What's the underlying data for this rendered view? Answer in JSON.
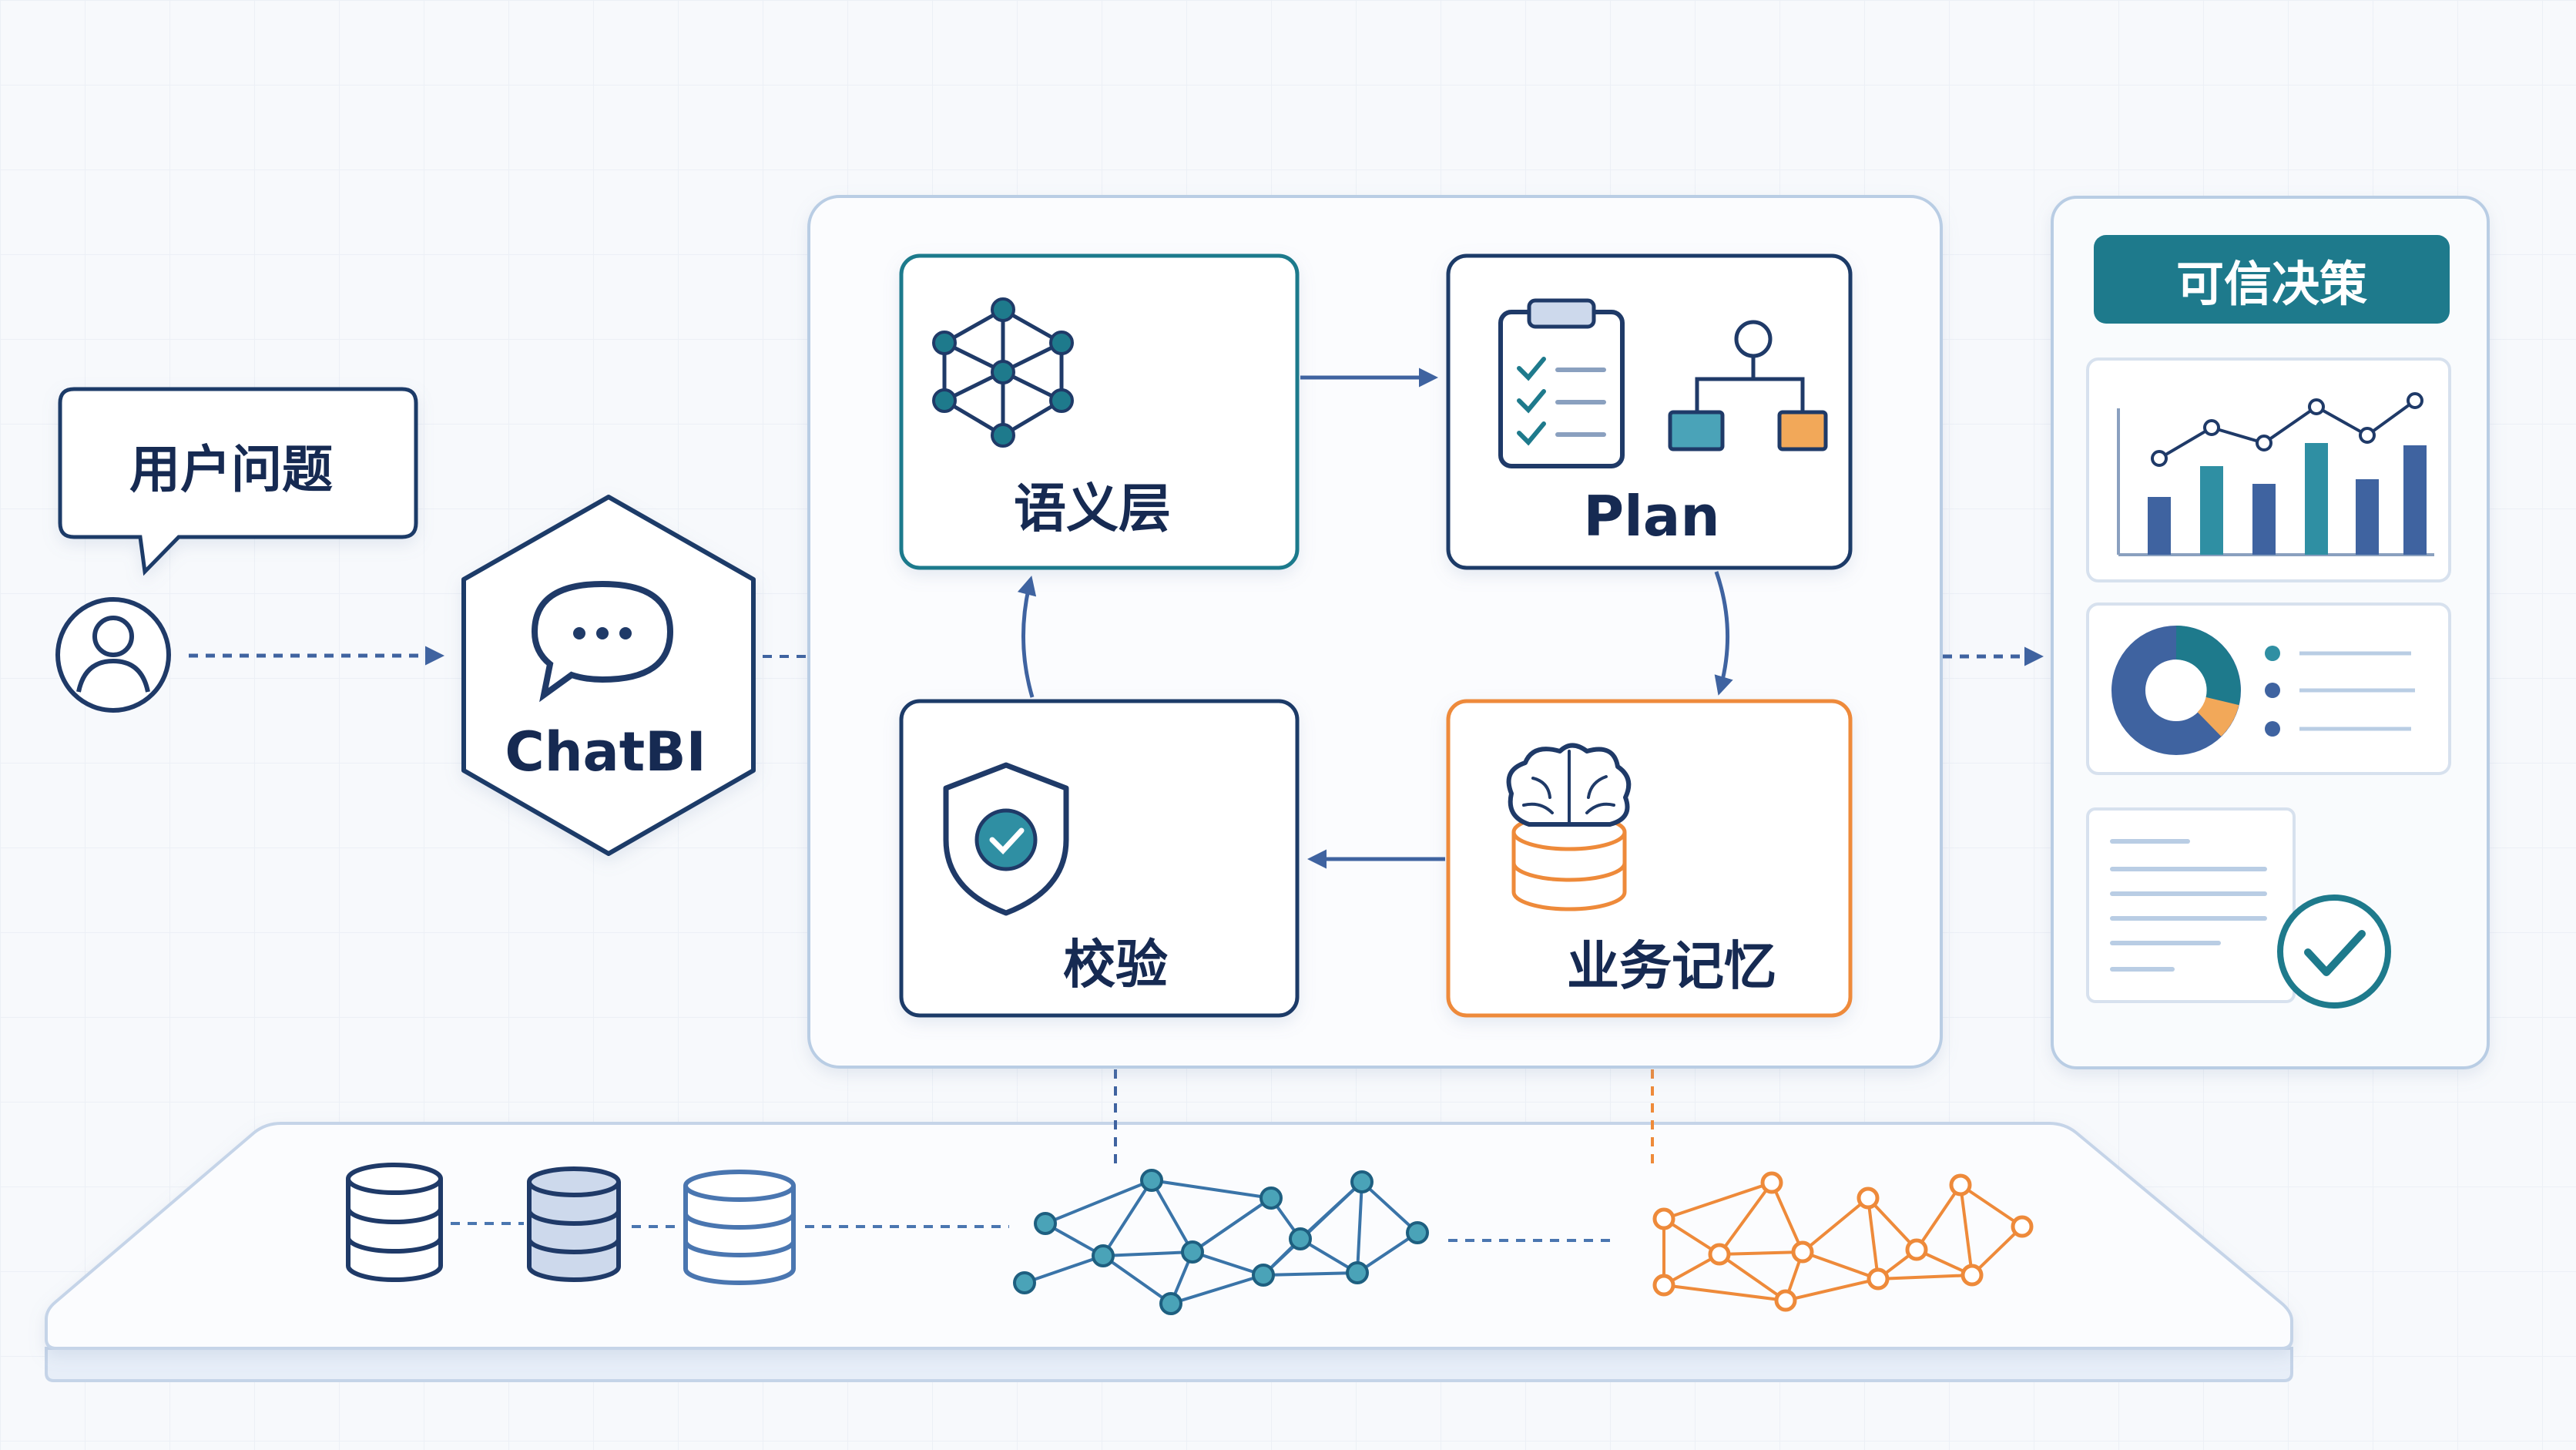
{
  "nodes": {
    "user_question": {
      "label": "用户问题"
    },
    "chatbi": {
      "label": "ChatBI"
    },
    "semantic_layer": {
      "label": "语义层"
    },
    "plan": {
      "label": "Plan"
    },
    "validation": {
      "label": "校验"
    },
    "business_memory": {
      "label": "业务记忆"
    },
    "trusted_decision": {
      "label": "可信决策"
    }
  },
  "colors": {
    "navy": "#1f3a68",
    "teal": "#1e7a8c",
    "orange": "#ee8a3a",
    "blue": "#4a76b0",
    "panel_border": "#b9cde4",
    "background": "#f7f9fc"
  },
  "icons": [
    "user-icon",
    "chat-bubble-icon",
    "graph-network-icon",
    "clipboard-checklist-icon",
    "org-chart-icon",
    "shield-check-icon",
    "brain-database-icon",
    "bar-line-chart-icon",
    "donut-chart-icon",
    "report-check-icon",
    "database-icon",
    "knowledge-graph-icon"
  ]
}
